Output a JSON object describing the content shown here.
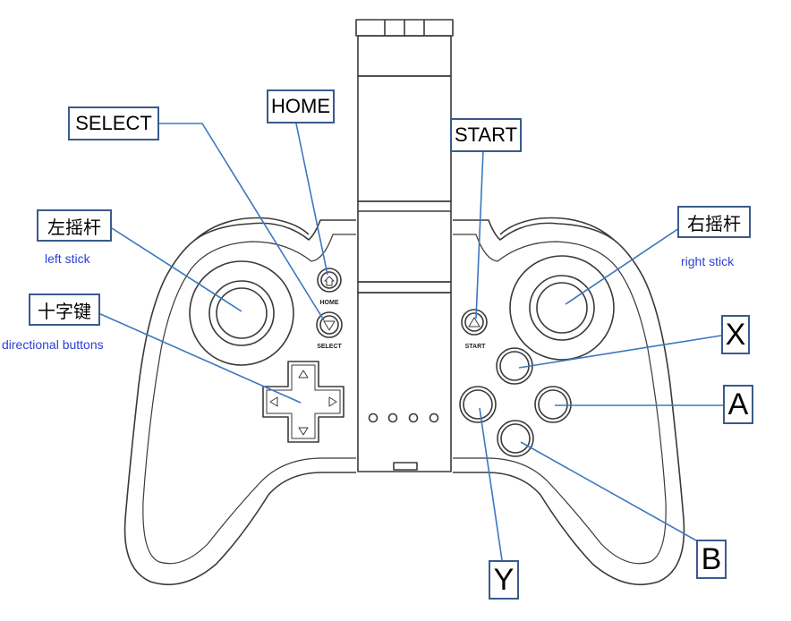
{
  "labels": {
    "select": "SELECT",
    "home": "HOME",
    "start": "START",
    "left_stick": "左摇杆",
    "left_stick_en": "left stick",
    "right_stick": "右摇杆",
    "right_stick_en": "right stick",
    "dpad": "十字键",
    "dpad_en": "directional buttons",
    "x": "X",
    "a": "A",
    "b": "B",
    "y": "Y"
  },
  "device_text": {
    "home": "HOME",
    "select": "SELECT",
    "start": "START"
  },
  "colors": {
    "outline": "#3a3a3a",
    "leader": "#3a78c0",
    "label_border": "#3a5a8c",
    "subtitle": "#2a3fd6"
  }
}
